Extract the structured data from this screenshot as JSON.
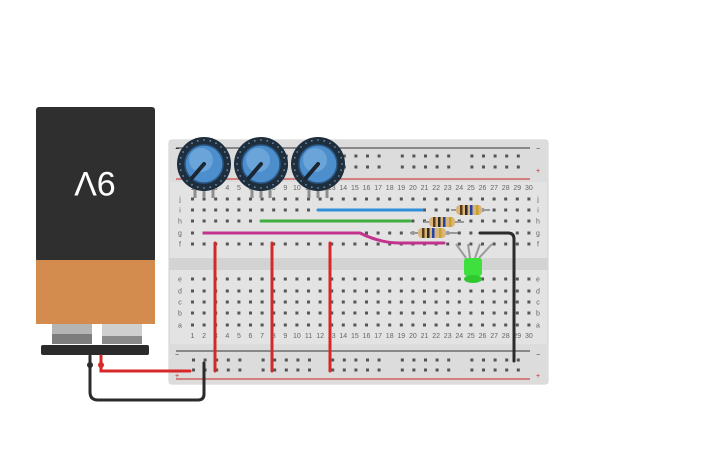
{
  "battery": {
    "label": "9V"
  },
  "breadboard": {
    "column_numbers": [
      "1",
      "2",
      "3",
      "4",
      "5",
      "6",
      "7",
      "8",
      "9",
      "10",
      "11",
      "12",
      "13",
      "14",
      "15",
      "16",
      "17",
      "18",
      "19",
      "20",
      "21",
      "22",
      "23",
      "24",
      "25",
      "26",
      "27",
      "28",
      "29",
      "30"
    ],
    "row_letters_top": [
      "j",
      "i",
      "h",
      "g",
      "f"
    ],
    "row_letters_bottom": [
      "e",
      "d",
      "c",
      "b",
      "a"
    ],
    "rail_minus": "−",
    "rail_plus": "+"
  },
  "components": {
    "potentiometers": 3,
    "resistors": 3,
    "led_color": "#3ee03e"
  },
  "colors": {
    "wire_red": "#d62828",
    "wire_black": "#2b2b2b",
    "wire_blue": "#2f8fd8",
    "wire_green": "#3fae3f",
    "wire_magenta": "#c3338d",
    "battery_top": "#2f2f2f",
    "battery_bottom": "#d38b4e",
    "knob": "#4d8fcc"
  }
}
